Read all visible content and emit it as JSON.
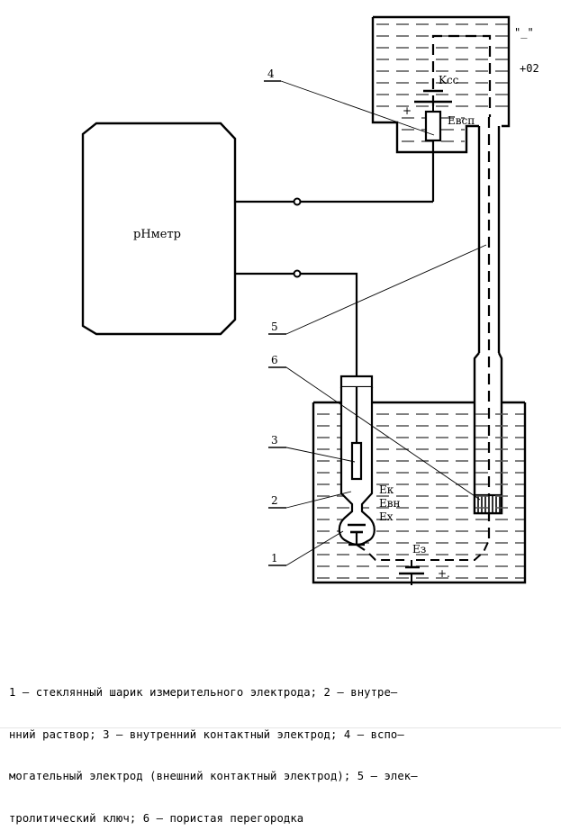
{
  "diagram": {
    "meter_label": "рНметр",
    "labels": {
      "kss": "Kсс",
      "evsp": "Eвсп",
      "ek": "Eк",
      "evn": "Eвн",
      "ex": "Ex",
      "ez": "Eз",
      "plus_aux": "+",
      "plus_bottom": "+.",
      "minus_quote": "\"_\"",
      "plus02": "+02"
    },
    "callouts": [
      "1",
      "2",
      "3",
      "4",
      "5",
      "6"
    ]
  },
  "caption": {
    "lines": [
      "1 – стеклянный шарик измерительного электрода; 2 – внутре–",
      "нний раствор; 3 – внутренний контактный электрод; 4 – вспо–",
      "могательный электрод (внешний контактный электрод); 5 – элек–",
      "тролитический ключ; 6 – пористая перегородка"
    ]
  }
}
